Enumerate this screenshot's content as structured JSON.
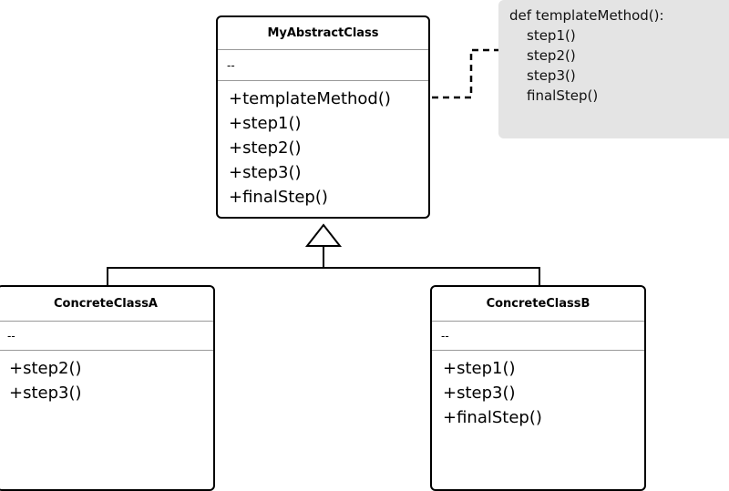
{
  "abstract_class": {
    "name": "MyAbstractClass",
    "attributes": "--",
    "methods": [
      "+templateMethod()",
      "+step1()",
      "+step2()",
      "+step3()",
      "+finalStep()"
    ]
  },
  "class_a": {
    "name": "ConcreteClassA",
    "attributes": "--",
    "methods": [
      "+step2()",
      "+step3()"
    ]
  },
  "class_b": {
    "name": "ConcreteClassB",
    "attributes": "--",
    "methods": [
      "+step1()",
      "+step3()",
      "+finalStep()"
    ]
  },
  "note": {
    "lines": [
      "def templateMethod():",
      "step1()",
      "step2()",
      "step3()",
      "finalStep()"
    ]
  }
}
